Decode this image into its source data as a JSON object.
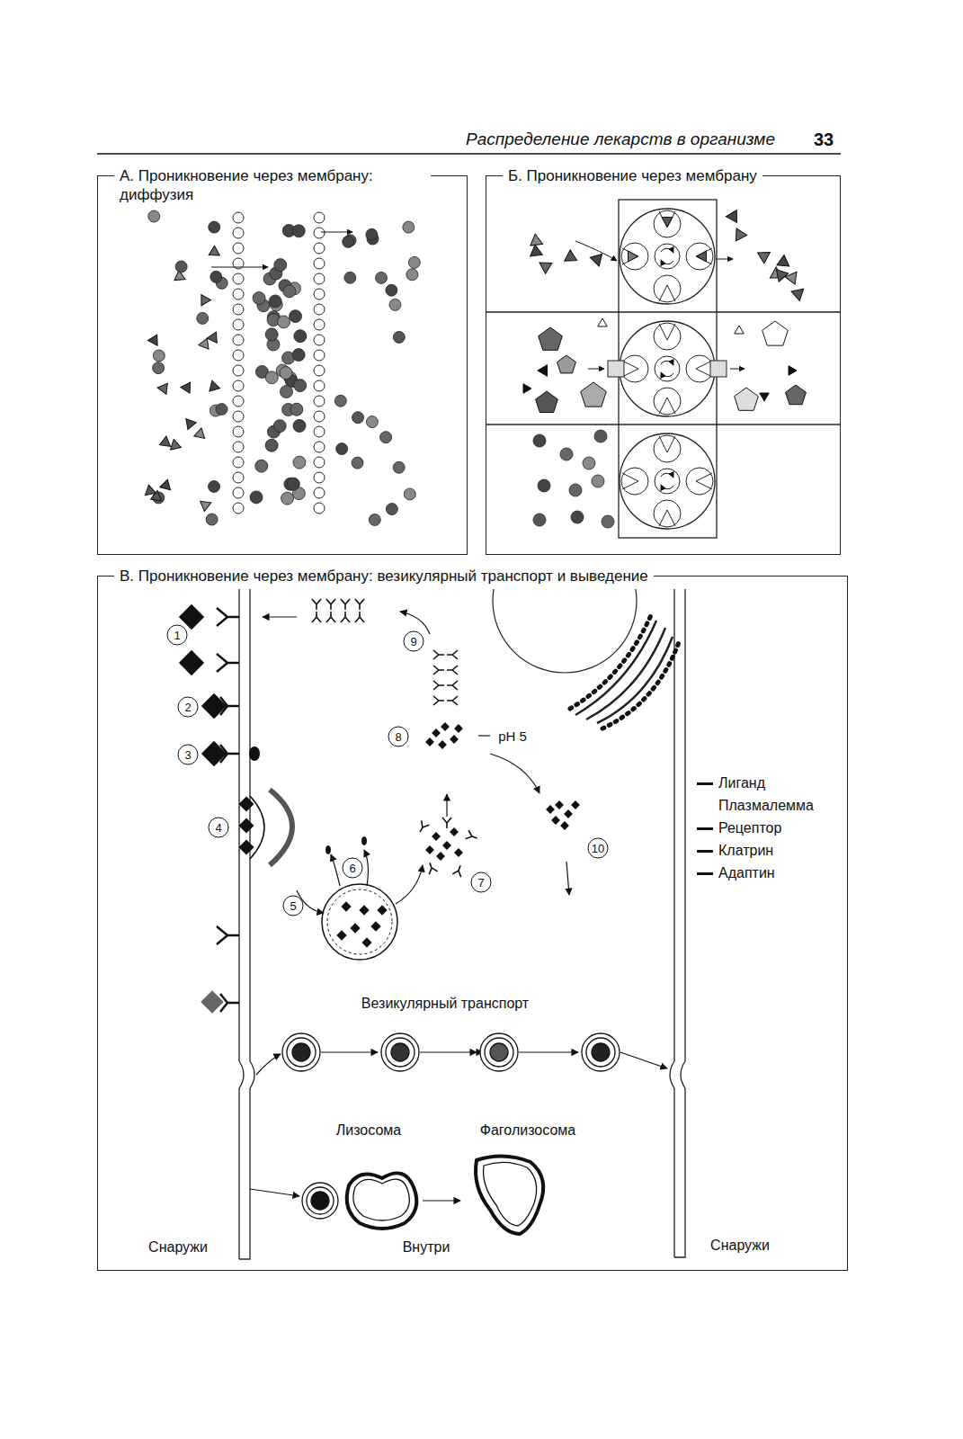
{
  "diagram": {
    "title": "Распределение лекарств в организме",
    "nodes": [
      {
        "text": [
          "А. Проникновение через мембрану: диффузия"
        ]
      },
      {
        "text": [
          "Б. Проникновение через мембрану"
        ]
      },
      {
        "text": [
          "В. Проникновение через мембрану: везикулярный транспорт и выведение"
        ]
      }
    ],
    "labels": [
      "33",
      "1",
      "2",
      "3",
      "4",
      "5",
      "6",
      "7",
      "8",
      "9",
      "10",
      "pH 5",
      "Везикулярный транспорт",
      "Лизосома",
      "Фаголизосома",
      "Снаружи",
      "Внутри",
      "Снаружи"
    ],
    "legend": [
      {
        "text": "Лиганд"
      },
      {
        "text": "Плазмалемма"
      },
      {
        "text": "Рецептор"
      },
      {
        "text": "Клатрин"
      },
      {
        "text": "Адаптин"
      }
    ]
  }
}
